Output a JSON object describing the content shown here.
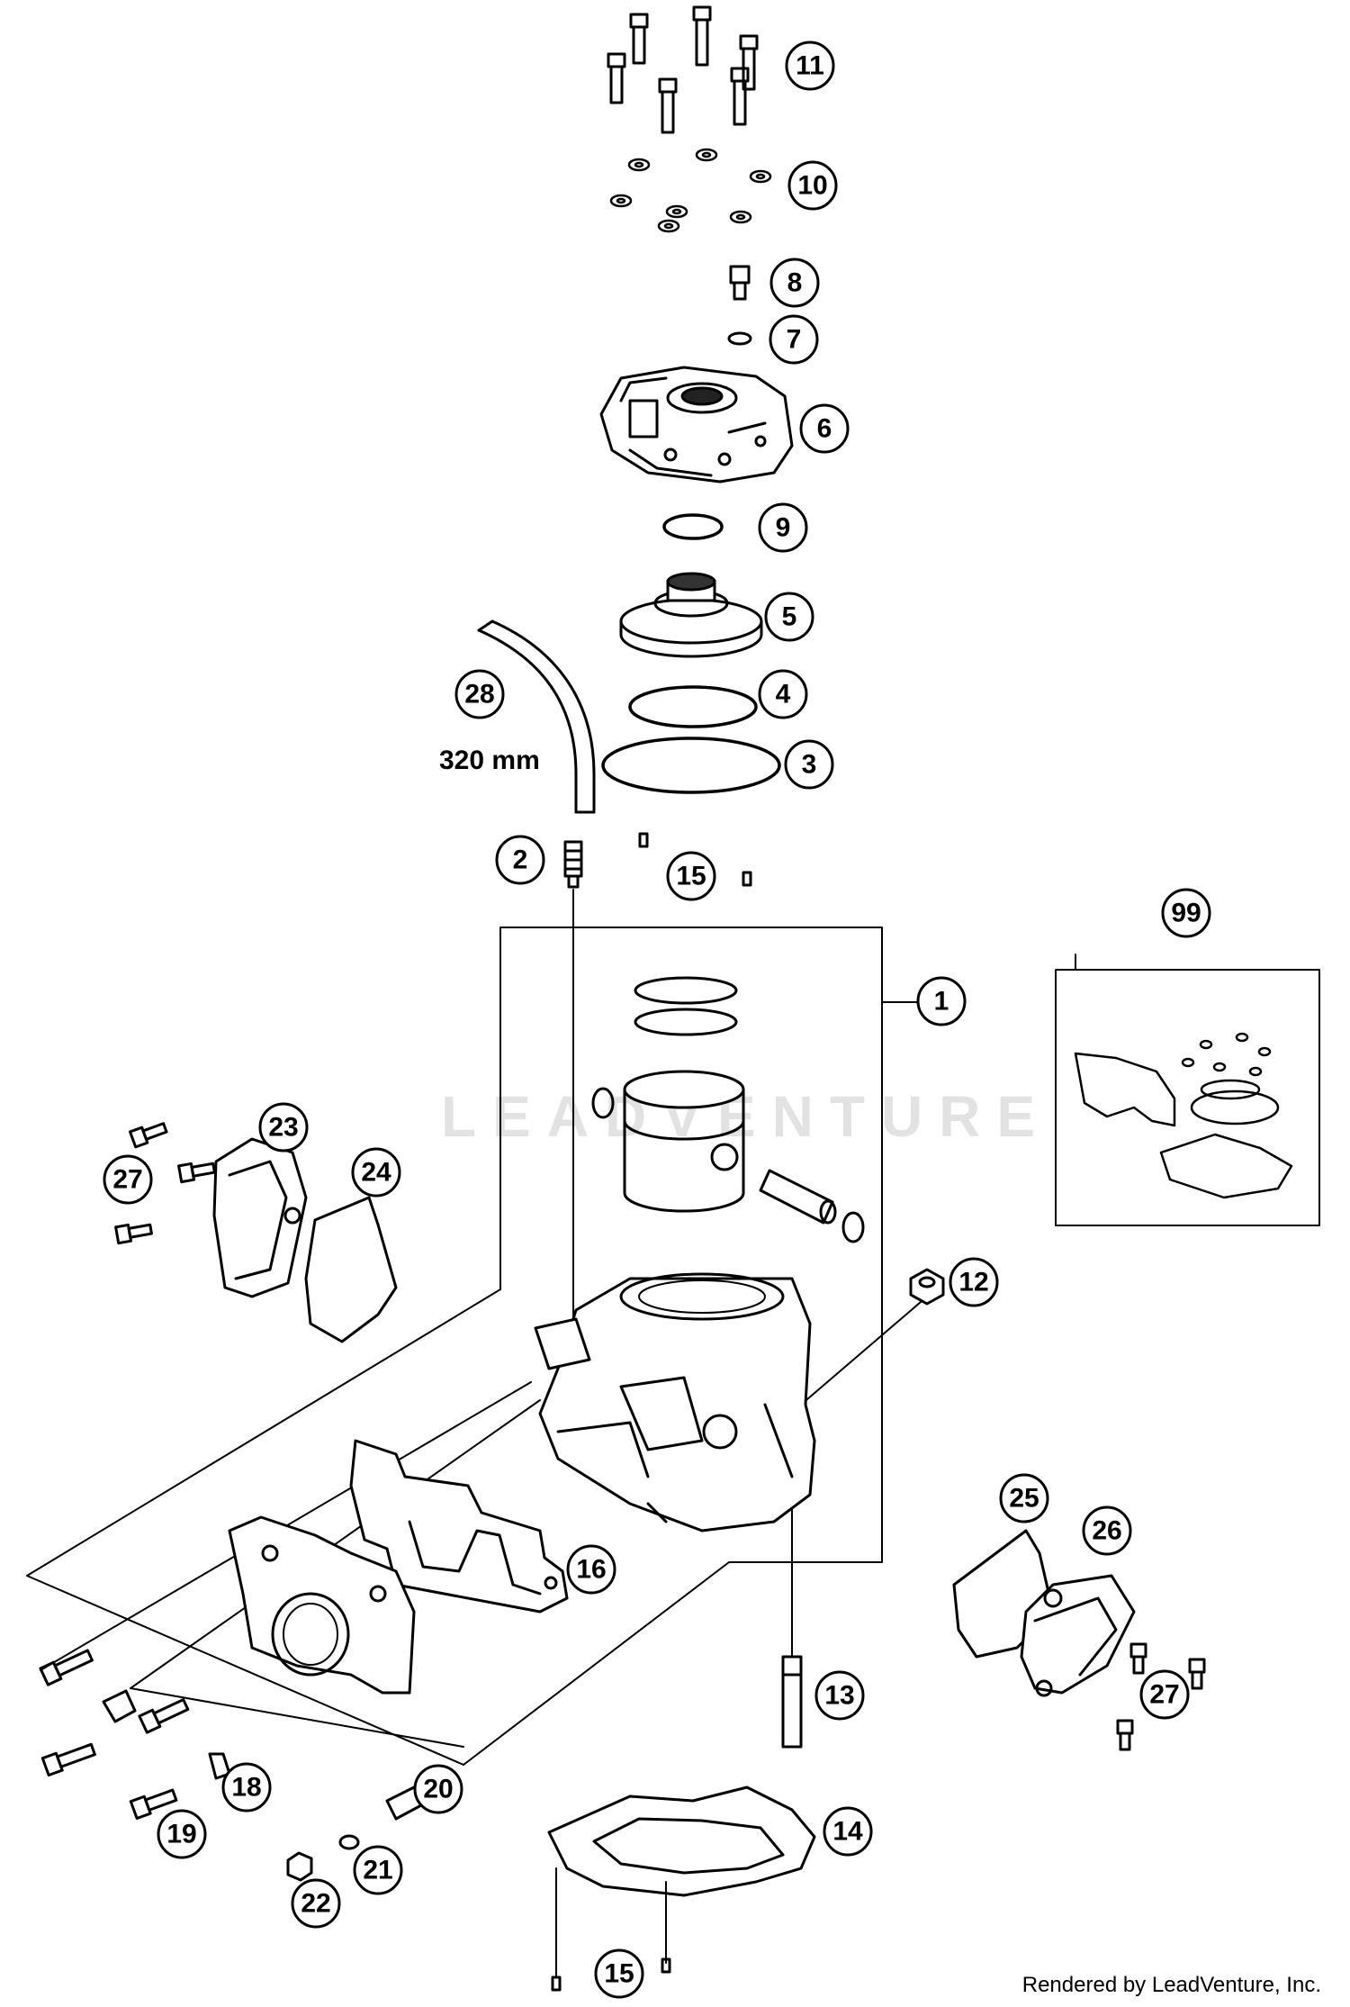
{
  "callouts": {
    "c11": "11",
    "c10": "10",
    "c8": "8",
    "c7": "7",
    "c6": "6",
    "c9": "9",
    "c5": "5",
    "c4": "4",
    "c3": "3",
    "c28": "28",
    "c2": "2",
    "c15a": "15",
    "c1": "1",
    "c99": "99",
    "c23": "23",
    "c27a": "27",
    "c24": "24",
    "c12": "12",
    "c16": "16",
    "c25": "25",
    "c26": "26",
    "c27b": "27",
    "c13": "13",
    "c18": "18",
    "c19": "19",
    "c20": "20",
    "c14": "14",
    "c21": "21",
    "c22": "22",
    "c15b": "15"
  },
  "hose_length": "320 mm",
  "watermark": "LEADVENTURE",
  "credit": "Rendered by LeadVenture, Inc."
}
